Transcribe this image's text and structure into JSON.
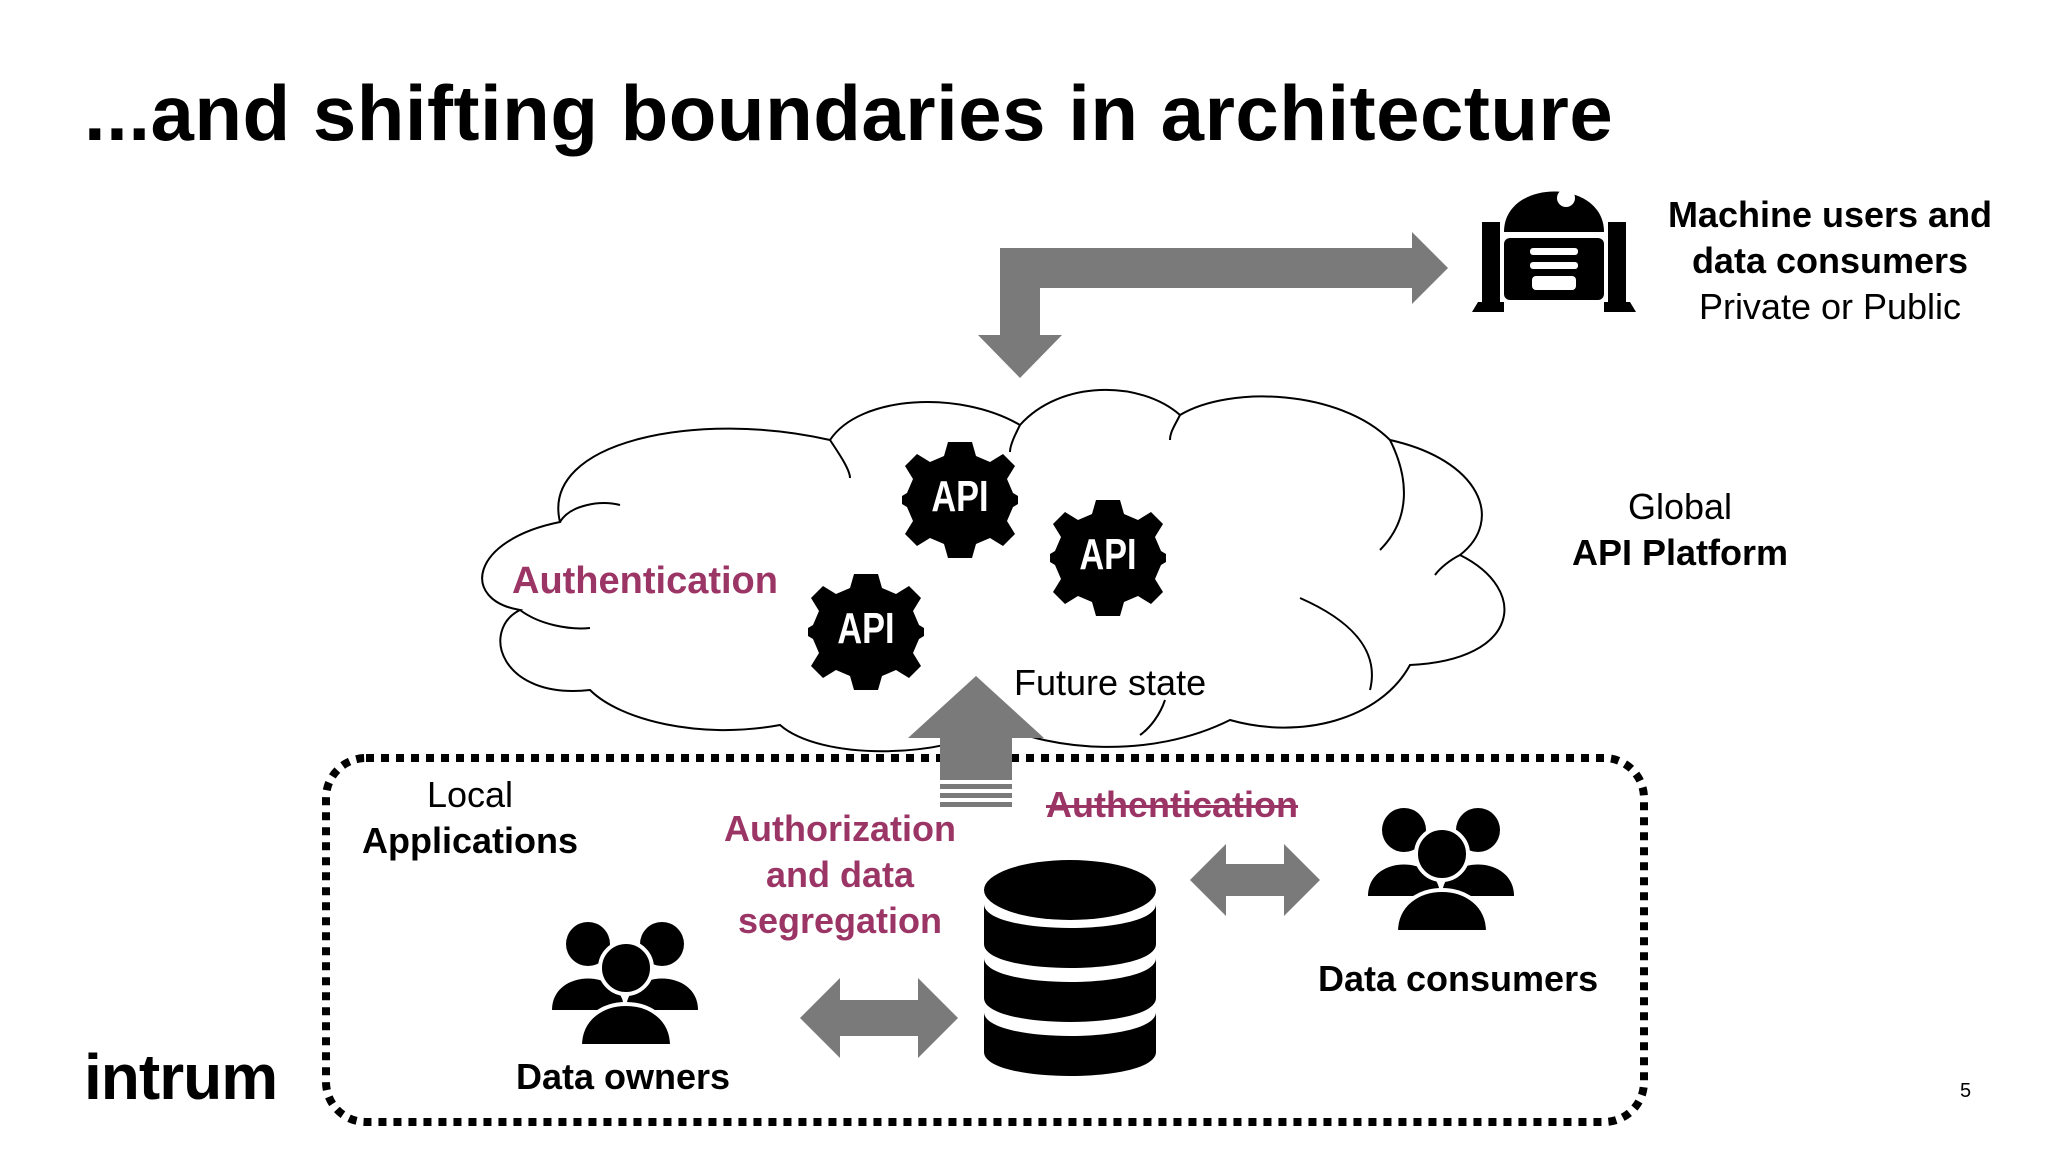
{
  "slide": {
    "title": "...and shifting boundaries in architecture",
    "page_number": "5",
    "logo_text": "intrum"
  },
  "machine_users": {
    "line1": "Machine users and",
    "line2": "data consumers",
    "line3": "Private or Public"
  },
  "global_platform": {
    "line1": "Global",
    "line2": "API Platform"
  },
  "cloud": {
    "authentication": "Authentication",
    "future_state": "Future state",
    "api_badges": [
      "API",
      "API",
      "API"
    ]
  },
  "local": {
    "line1": "Local",
    "line2": "Applications",
    "authentication_struck": "Authentication",
    "authorization_line1": "Authorization",
    "authorization_line2": "and data",
    "authorization_line3": "segregation",
    "data_owners": "Data owners",
    "data_consumers": "Data consumers"
  },
  "colors": {
    "accent_maroon": "#9b3565",
    "arrow_gray": "#7a7a7a",
    "icon_black": "#000000"
  },
  "icons": [
    "robot-icon",
    "api-gear-icon",
    "database-icon",
    "people-group-icon",
    "double-arrow-icon"
  ]
}
